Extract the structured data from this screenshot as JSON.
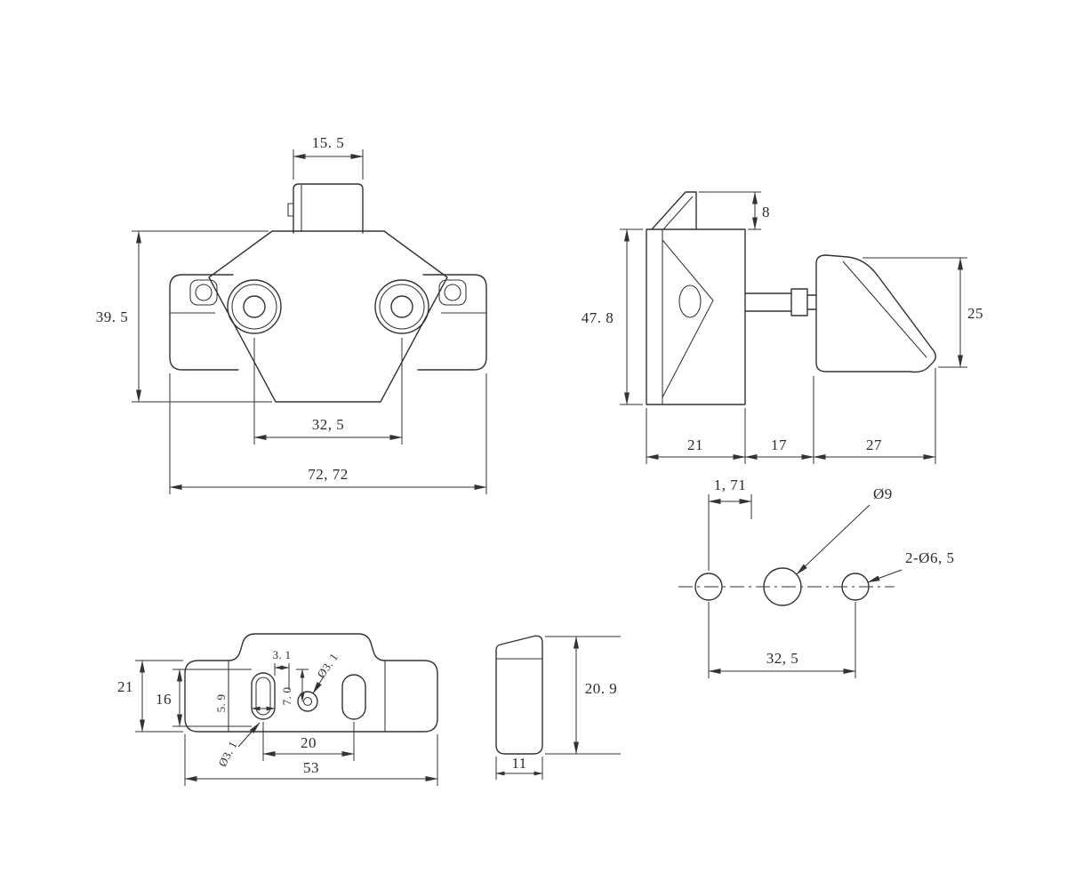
{
  "colors": {
    "line": "#333333",
    "text": "#2b2b2b",
    "background": "#ffffff"
  },
  "views": {
    "front": {
      "dims": {
        "tab_width": "15. 5",
        "height": "39. 5",
        "hole_spacing": "32, 5",
        "overall_width": "72, 72"
      }
    },
    "side": {
      "dims": {
        "button_height": "8",
        "body_height": "47. 8",
        "striker_height": "25",
        "housing_depth": "21",
        "gap": "17",
        "striker_depth": "27"
      }
    },
    "drill_template": {
      "dims": {
        "offset": "1, 71",
        "center_hole": "Ø9",
        "side_holes": "2-Ø6, 5",
        "hole_spacing": "32, 5"
      }
    },
    "plate_top": {
      "dims": {
        "outer_height": "21",
        "inner_height": "16",
        "slot_edge_offset": "3. 1",
        "hole_offset": "7. 0",
        "center_hole": "Ø3. 1",
        "slot_width": "5. 9",
        "slot_hole": "Ø3. 1",
        "hole_spacing": "20",
        "length": "53"
      }
    },
    "plate_side": {
      "dims": {
        "height": "20. 9",
        "width": "11"
      }
    }
  }
}
